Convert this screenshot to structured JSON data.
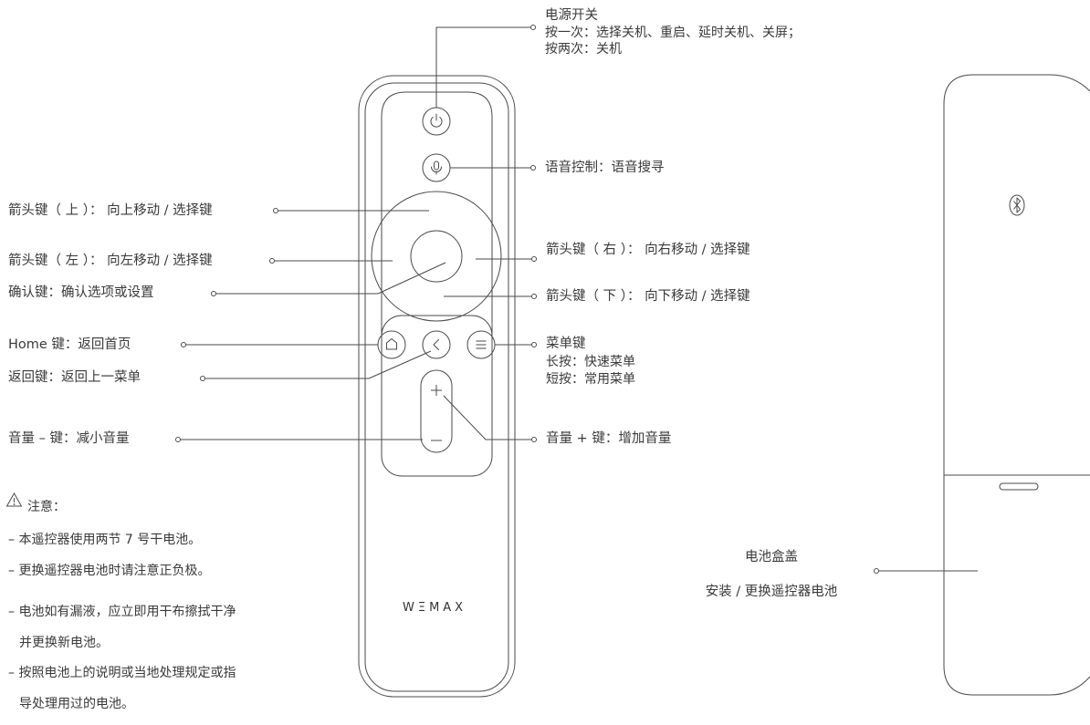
{
  "power": {
    "title": "电源开关",
    "line1": "按一次：选择关机、重启、延时关机、关屏；",
    "line2": "按两次：关机"
  },
  "voice": {
    "label": "语音控制：语音搜寻"
  },
  "arrow_up": {
    "label": "箭头键（ 上 ）： 向上移动 / 选择键"
  },
  "arrow_left": {
    "label": "箭头键（ 左 ）： 向左移动 / 选择键"
  },
  "arrow_right": {
    "label": "箭头键（ 右 ）： 向右移动 / 选择键"
  },
  "arrow_down": {
    "label": "箭头键（ 下 ）： 向下移动 / 选择键"
  },
  "confirm": {
    "label": "确认键：确认选项或设置"
  },
  "home": {
    "label": "Home 键：返回首页"
  },
  "back": {
    "label": "返回键：返回上一菜单"
  },
  "menu": {
    "title": "菜单键",
    "long_press": "长按：快速菜单",
    "short_press": "短按：常用菜单"
  },
  "volume_down": {
    "label": "音量 – 键：减小音量"
  },
  "volume_up": {
    "label": "音量 + 键：增加音量"
  },
  "notice": {
    "heading": "注意：",
    "items": [
      "– 本遥控器使用两节 7 号干电池。",
      "– 更换遥控器电池时请注意正负极。",
      "– 电池如有漏液，应立即用干布擦拭干净",
      "并更换新电池。",
      "– 按照电池上的说明或当地处理规定或指",
      "导处理用过的电池。"
    ]
  },
  "brand": {
    "logo_text": "WΞMAX"
  },
  "battery_cover": {
    "title": "电池盒盖",
    "description": "安装 / 更换遥控器电池"
  },
  "icons": {
    "power": "power-icon",
    "mic": "microphone-icon",
    "home": "home-icon",
    "back": "chevron-left-icon",
    "menu": "menu-icon",
    "plus": "plus-icon",
    "minus": "minus-icon",
    "bluetooth": "bluetooth-icon",
    "warning": "warning-icon"
  },
  "colors": {
    "line": "#4a4a4a",
    "text": "#3a3a3a"
  }
}
